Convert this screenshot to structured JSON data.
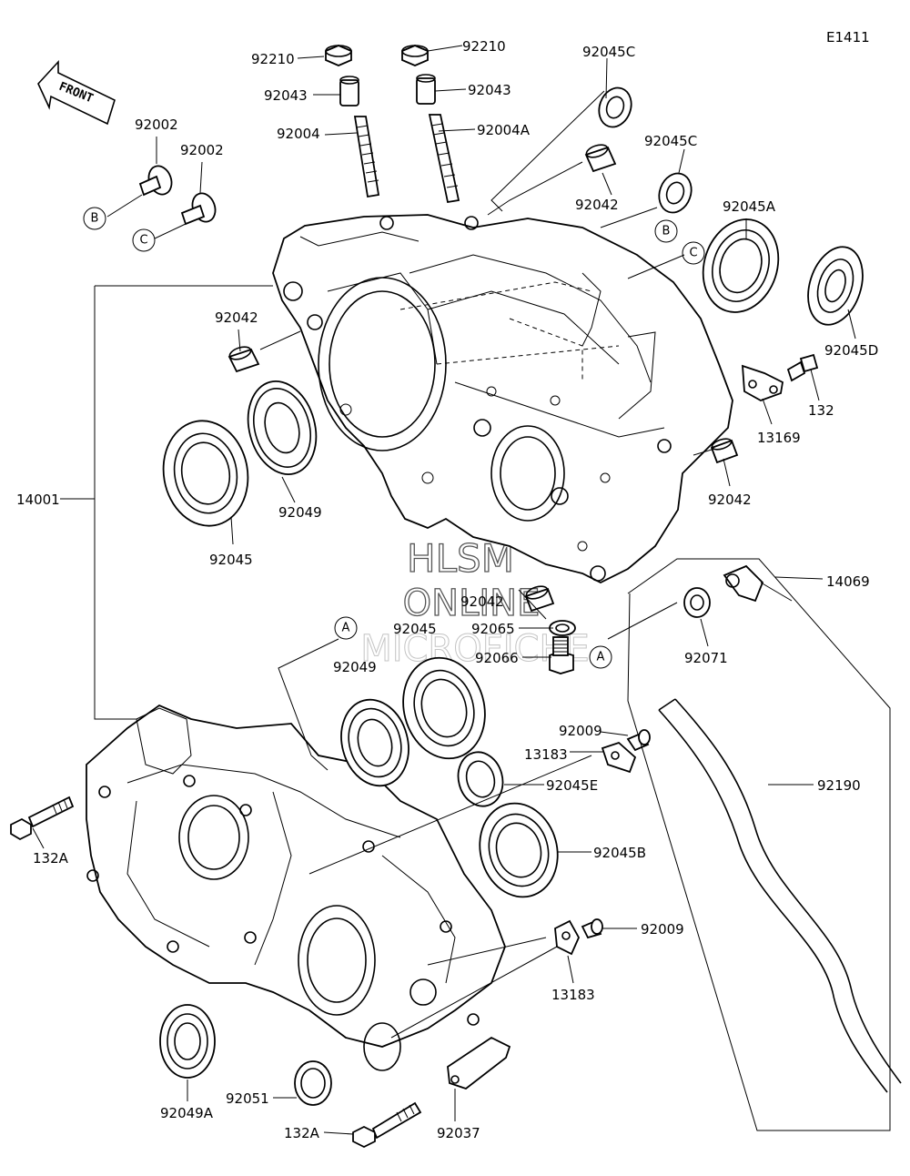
{
  "figure_code": "E1411",
  "front_label": "FRONT",
  "watermark": {
    "line1": "HLSM",
    "line2": "ONLINE",
    "line3": "MICROFICHE"
  },
  "callouts": {
    "b": "B",
    "c": "C",
    "a": "A"
  },
  "part_labels": {
    "p92210_left": "92210",
    "p92210_right": "92210",
    "p92043_left": "92043",
    "p92043_right": "92043",
    "p92004": "92004",
    "p92004A": "92004A",
    "p92045C_top": "92045C",
    "p92045C_mid": "92045C",
    "p92042_upper": "92042",
    "p92045A": "92045A",
    "p92045D": "92045D",
    "p92002_left": "92002",
    "p92002_right": "92002",
    "p92042_left": "92042",
    "p132": "132",
    "p13169": "13169",
    "p92042_right": "92042",
    "p14001": "14001",
    "p92049_upper": "92049",
    "p92045_left": "92045",
    "p92042_bottom": "92042",
    "p92065": "92065",
    "p92066": "92066",
    "p92045_mid": "92045",
    "p92049_mid": "92049",
    "p14069": "14069",
    "p92071": "92071",
    "p92009_upper": "92009",
    "p13183_upper": "13183",
    "p92045E": "92045E",
    "p92190": "92190",
    "p132A_left": "132A",
    "p92045B": "92045B",
    "p92009_lower": "92009",
    "p13183_lower": "13183",
    "p92049A": "92049A",
    "p92051": "92051",
    "p92037": "92037",
    "p132A_bottom": "132A"
  }
}
